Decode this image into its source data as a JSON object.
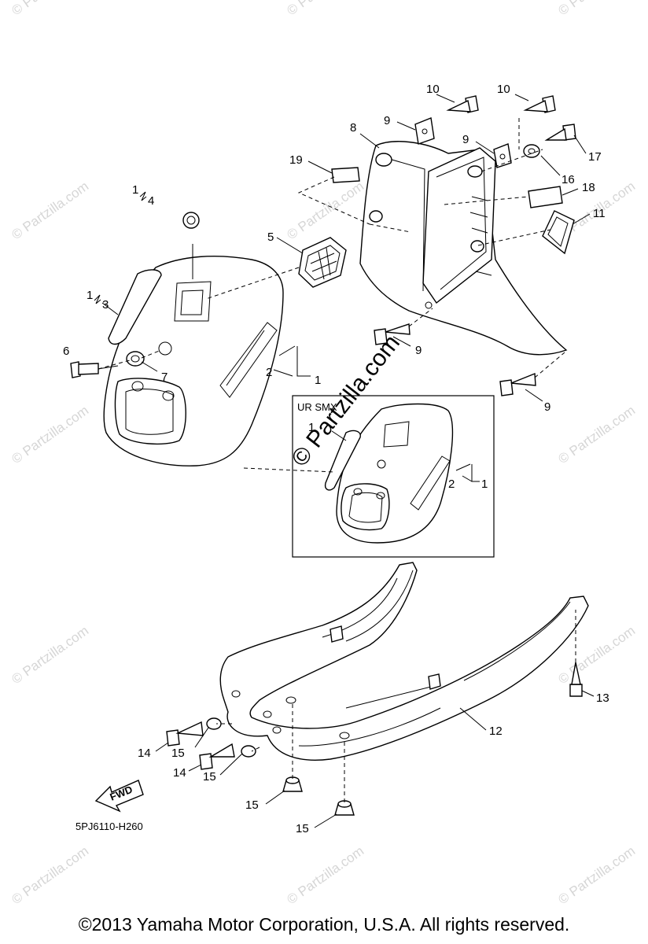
{
  "diagram": {
    "inset_label": "UR SMX",
    "figure_code": "5PJ6110-H260",
    "fwd_label": "FWD",
    "watermark": "© Partzilla.com",
    "callouts": {
      "c1": "1",
      "c1b": "1",
      "c1c": "1",
      "c1d": "1",
      "c1e": "1",
      "c2": "2",
      "c2b": "2",
      "c3": "3",
      "c4": "4",
      "c5": "5",
      "c6": "6",
      "c7": "7",
      "c8": "8",
      "c9a": "9",
      "c9b": "9",
      "c9c": "9",
      "c9d": "9",
      "c10a": "10",
      "c10b": "10",
      "c11": "11",
      "c12": "12",
      "c13": "13",
      "c14a": "14",
      "c14b": "14",
      "c15a": "15",
      "c15b": "15",
      "c15c": "15",
      "c15d": "15",
      "c16": "16",
      "c17": "17",
      "c18": "18",
      "c19": "19"
    }
  },
  "footer": {
    "copyright": "©2013  Yamaha Motor Corporation, U.S.A. All rights reserved."
  }
}
